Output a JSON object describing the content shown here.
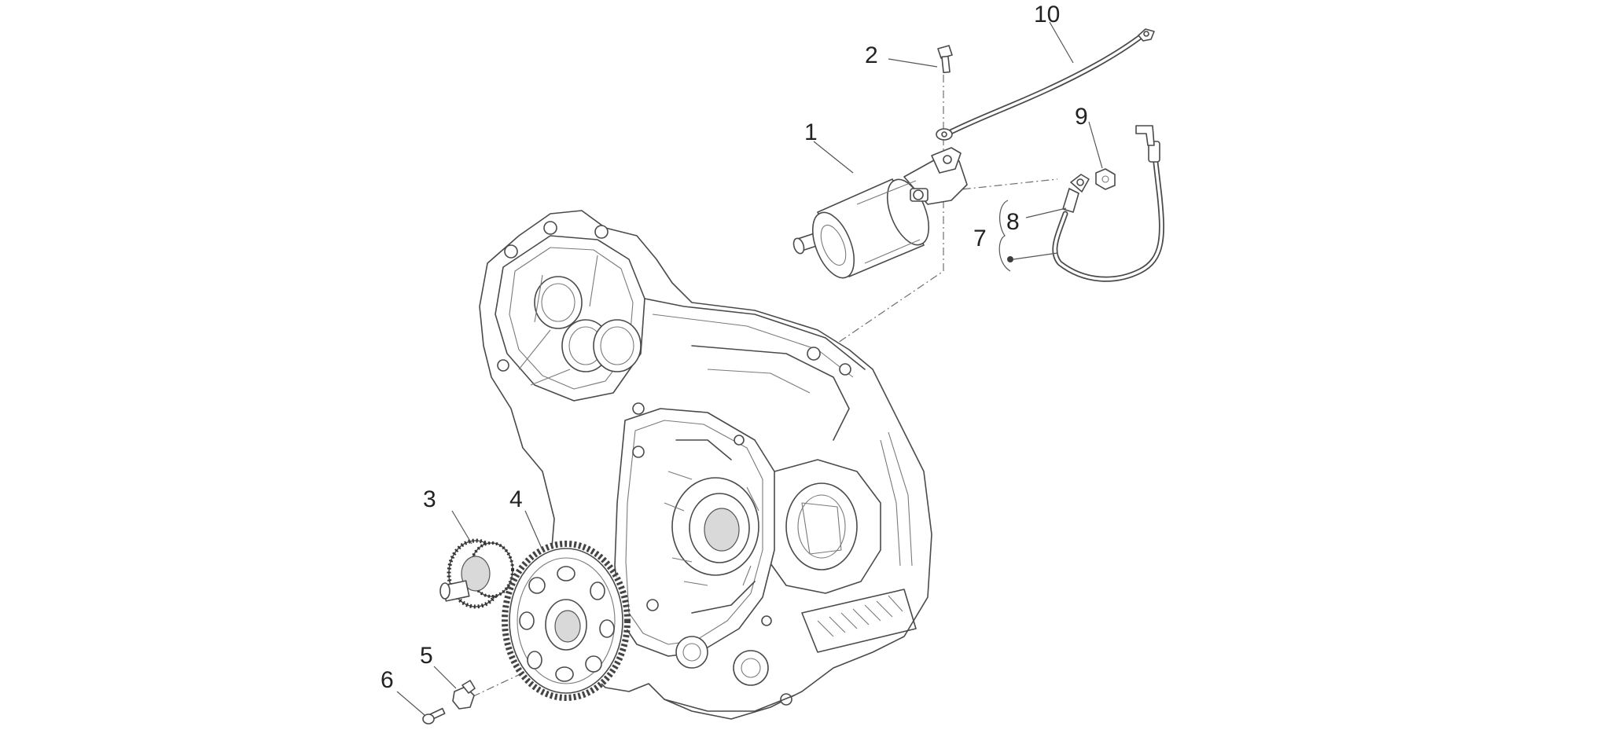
{
  "diagram": {
    "callouts": [
      "1",
      "2",
      "3",
      "4",
      "5",
      "6",
      "7",
      "8",
      "9",
      "10"
    ]
  },
  "colors": {
    "line": "#4a4a4a",
    "background": "#ffffff",
    "label": "#222222"
  }
}
